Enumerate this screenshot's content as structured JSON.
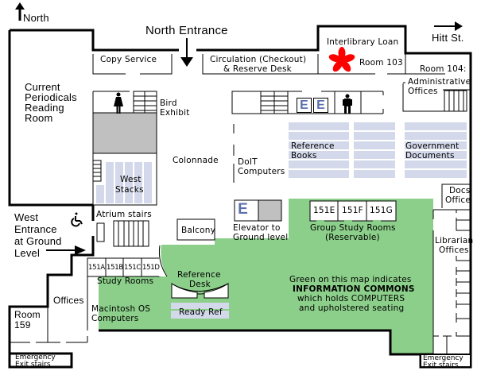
{
  "map": {
    "north_label": "North",
    "north_entrance": "North Entrance",
    "street_label": "Hitt St.",
    "west_entrance": [
      "West",
      "Entrance",
      "at Ground",
      "Level"
    ],
    "colors": {
      "information_commons": "#8ccf8a",
      "stacks": "#d3d9ea",
      "structure_gray": "#c0c0c0",
      "elevator_letter": "#5b6fad",
      "you_are_here_star": "#ff0000",
      "walls": "#000000"
    },
    "rooms": {
      "copy_service": "Copy Service",
      "circulation": [
        "Circulation (Checkout)",
        "& Reserve Desk"
      ],
      "interlibrary_loan": "Interlibrary Loan",
      "room_103": "Room 103",
      "room_104": "Room 104:",
      "administrative_offices": [
        "Administrative",
        "Offices"
      ],
      "current_periodicals": [
        "Current",
        "Periodicals",
        "Reading",
        "Room"
      ],
      "bird_exhibit": [
        "Bird",
        "Exhibit"
      ],
      "colonnade": "Colonnade",
      "doit_computers": [
        "DoIT",
        "Computers"
      ],
      "reference_books": [
        "Reference",
        "Books"
      ],
      "government_documents": [
        "Government",
        "Documents"
      ],
      "west_stacks": [
        "West",
        "Stacks"
      ],
      "atrium_stairs": "Atrium stairs",
      "balcony": "Balcony",
      "elevator": [
        "Elevator to",
        "Ground level"
      ],
      "elevator_letter": "E",
      "group_study_rooms": [
        "151E",
        "151F",
        "151G"
      ],
      "group_study_label": [
        "Group Study Rooms",
        "(Reservable)"
      ],
      "docs_office": [
        "Docs",
        "Office"
      ],
      "librarian_offices": [
        "Librarian",
        "Offices"
      ],
      "study_rooms": [
        "151A",
        "151B",
        "151C",
        "151D"
      ],
      "study_rooms_label": "Study Rooms",
      "reference_desk": [
        "Reference",
        "Desk"
      ],
      "ready_ref": "Ready Ref",
      "macintosh": [
        "Macintosh OS",
        "Computers"
      ],
      "offices": "Offices",
      "room_159": [
        "Room",
        "159"
      ],
      "emergency_exit": [
        "Emergency",
        "Exit stairs"
      ]
    },
    "legend": {
      "line1": "Green on this map indicates",
      "line2": "INFORMATION COMMONS",
      "line3": "which holds COMPUTERS",
      "line4": "and upholstered seating"
    }
  }
}
